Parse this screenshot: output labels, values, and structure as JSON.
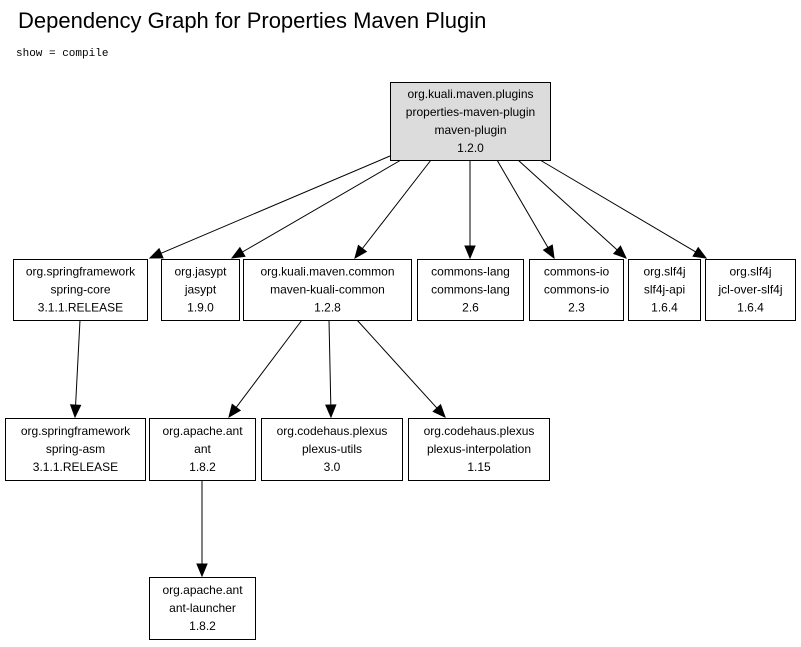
{
  "page": {
    "title": "Dependency Graph for Properties Maven Plugin",
    "filter": "show = compile"
  },
  "nodes": [
    {
      "id": "root",
      "lines": [
        "org.kuali.maven.plugins",
        "properties-maven-plugin",
        "maven-plugin",
        "1.2.0"
      ]
    },
    {
      "id": "spring-core",
      "lines": [
        "org.springframework",
        "spring-core",
        "3.1.1.RELEASE"
      ]
    },
    {
      "id": "jasypt",
      "lines": [
        "org.jasypt",
        "jasypt",
        "1.9.0"
      ]
    },
    {
      "id": "kuali-common",
      "lines": [
        "org.kuali.maven.common",
        "maven-kuali-common",
        "1.2.8"
      ]
    },
    {
      "id": "commons-lang",
      "lines": [
        "commons-lang",
        "commons-lang",
        "2.6"
      ]
    },
    {
      "id": "commons-io",
      "lines": [
        "commons-io",
        "commons-io",
        "2.3"
      ]
    },
    {
      "id": "slf4j-api",
      "lines": [
        "org.slf4j",
        "slf4j-api",
        "1.6.4"
      ]
    },
    {
      "id": "jcl-over-slf4j",
      "lines": [
        "org.slf4j",
        "jcl-over-slf4j",
        "1.6.4"
      ]
    },
    {
      "id": "spring-asm",
      "lines": [
        "org.springframework",
        "spring-asm",
        "3.1.1.RELEASE"
      ]
    },
    {
      "id": "ant",
      "lines": [
        "org.apache.ant",
        "ant",
        "1.8.2"
      ]
    },
    {
      "id": "plexus-utils",
      "lines": [
        "org.codehaus.plexus",
        "plexus-utils",
        "3.0"
      ]
    },
    {
      "id": "plexus-interpolation",
      "lines": [
        "org.codehaus.plexus",
        "plexus-interpolation",
        "1.15"
      ]
    },
    {
      "id": "ant-launcher",
      "lines": [
        "org.apache.ant",
        "ant-launcher",
        "1.8.2"
      ]
    }
  ],
  "edges": [
    {
      "from": "root",
      "to": "spring-core"
    },
    {
      "from": "root",
      "to": "jasypt"
    },
    {
      "from": "root",
      "to": "kuali-common"
    },
    {
      "from": "root",
      "to": "commons-lang"
    },
    {
      "from": "root",
      "to": "commons-io"
    },
    {
      "from": "root",
      "to": "slf4j-api"
    },
    {
      "from": "root",
      "to": "jcl-over-slf4j"
    },
    {
      "from": "spring-core",
      "to": "spring-asm"
    },
    {
      "from": "kuali-common",
      "to": "ant"
    },
    {
      "from": "kuali-common",
      "to": "plexus-utils"
    },
    {
      "from": "kuali-common",
      "to": "plexus-interpolation"
    },
    {
      "from": "ant",
      "to": "ant-launcher"
    }
  ]
}
